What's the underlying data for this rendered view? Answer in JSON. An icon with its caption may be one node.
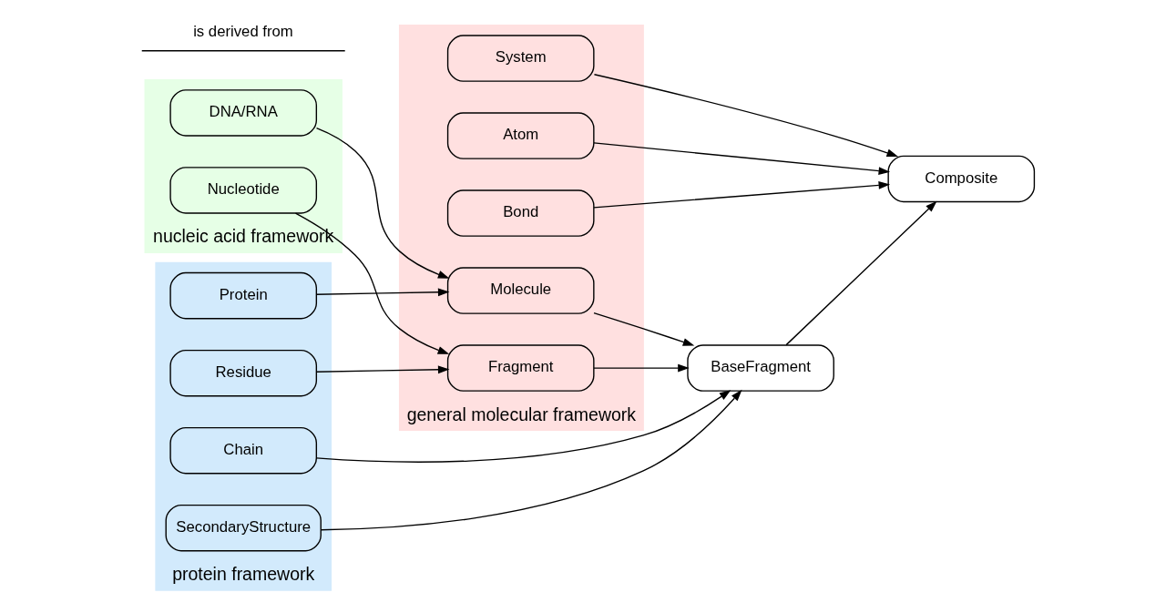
{
  "diagram": {
    "nodes": [
      {
        "text": [
          "nucleic acid framework"
        ]
      },
      {
        "text": [
          "protein framework"
        ]
      },
      {
        "text": [
          "general molecular framework"
        ]
      },
      {
        "text": [
          "DNA/RNA"
        ],
        "in": 0
      },
      {
        "text": [
          "Nucleotide"
        ],
        "in": 0
      },
      {
        "text": [
          "Protein"
        ],
        "in": 1
      },
      {
        "text": [
          "Chain"
        ],
        "in": 1
      },
      {
        "text": [
          "SecondaryStructure"
        ],
        "in": 1
      },
      {
        "text": [
          "Residue"
        ],
        "in": 1
      },
      {
        "text": [
          "System"
        ],
        "in": 2
      },
      {
        "text": [
          "Molecule"
        ],
        "in": 2
      },
      {
        "text": [
          "Fragment"
        ],
        "in": 2
      },
      {
        "text": [
          "Atom"
        ],
        "in": 2
      },
      {
        "text": [
          "Bond"
        ],
        "in": 2
      },
      {
        "text": [
          "BaseFragment"
        ]
      },
      {
        "text": [
          "Composite"
        ]
      }
    ],
    "edges": [
      {
        "from": 3,
        "to": 10,
        "arrow": "to"
      },
      {
        "from": 5,
        "to": 10,
        "arrow": "to"
      },
      {
        "from": 4,
        "to": 11,
        "arrow": "to"
      },
      {
        "from": 8,
        "to": 11,
        "arrow": "to"
      },
      {
        "from": 10,
        "to": 14,
        "arrow": "to"
      },
      {
        "from": 6,
        "to": 14,
        "arrow": "to"
      },
      {
        "from": 7,
        "to": 14,
        "arrow": "to"
      },
      {
        "from": 11,
        "to": 14,
        "arrow": "to"
      },
      {
        "from": 9,
        "to": 15,
        "arrow": "to"
      },
      {
        "from": 14,
        "to": 15,
        "arrow": "to"
      },
      {
        "from": 12,
        "to": 15,
        "arrow": "to"
      },
      {
        "from": 13,
        "to": 15,
        "arrow": "to"
      }
    ],
    "legend": [
      {
        "text": "is derived from"
      }
    ]
  }
}
